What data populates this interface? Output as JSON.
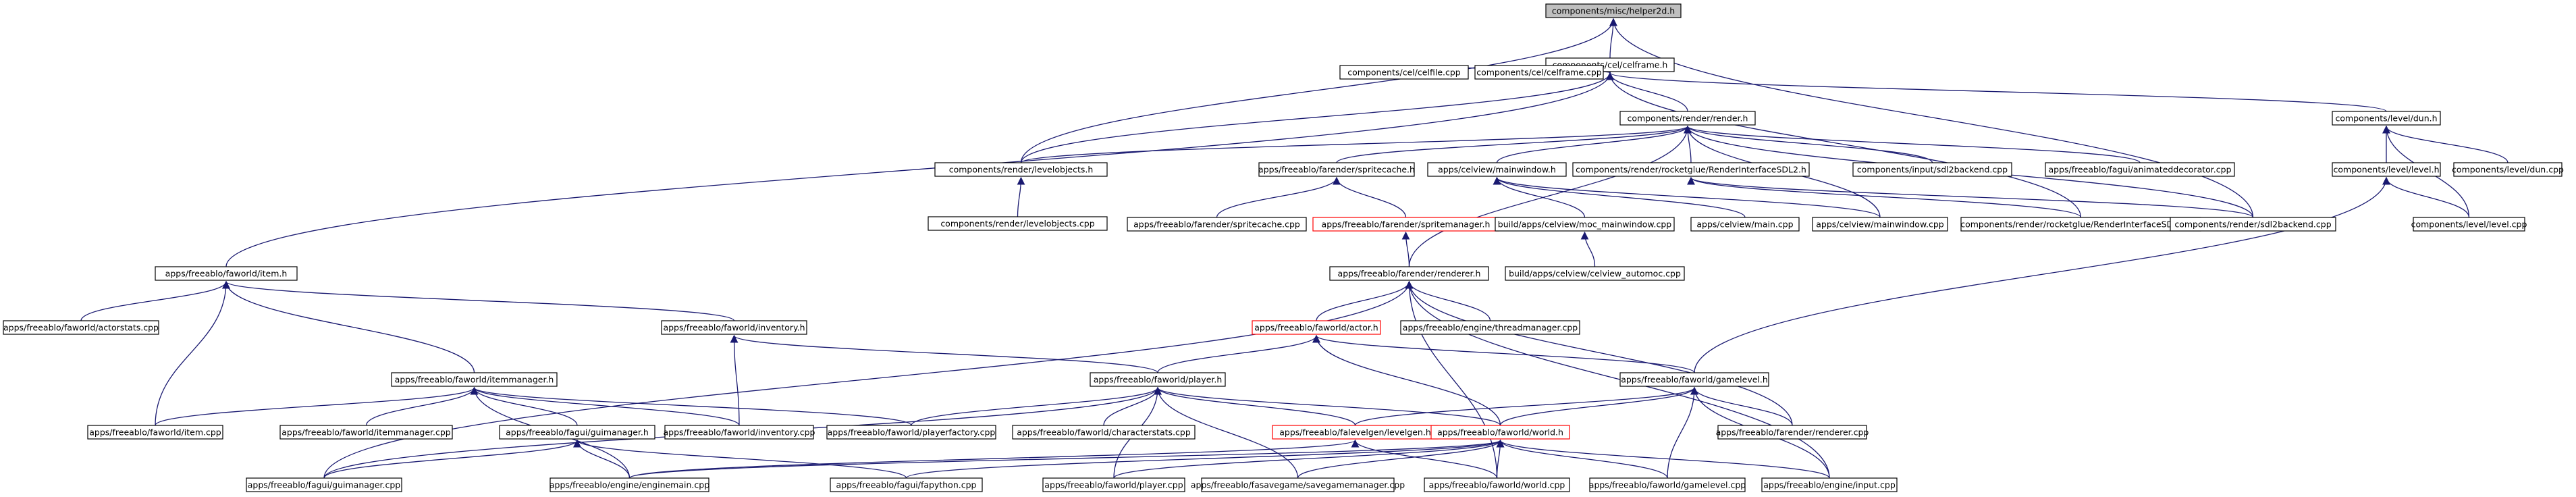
{
  "diagram": {
    "nodes": [
      {
        "id": "n01",
        "label": "components/misc/helper2d.h",
        "kind": "root"
      },
      {
        "id": "n02",
        "label": "components/cel/celframe.h",
        "kind": "normal"
      },
      {
        "id": "n03",
        "label": "components/cel/celfile.cpp",
        "kind": "normal"
      },
      {
        "id": "n04",
        "label": "components/cel/celframe.cpp",
        "kind": "normal"
      },
      {
        "id": "n05",
        "label": "components/render/render.h",
        "kind": "normal"
      },
      {
        "id": "n06",
        "label": "components/level/dun.h",
        "kind": "normal"
      },
      {
        "id": "n07",
        "label": "components/level/dun.cpp",
        "kind": "normal"
      },
      {
        "id": "n08",
        "label": "components/level/level.h",
        "kind": "normal"
      },
      {
        "id": "n09",
        "label": "components/level/level.cpp",
        "kind": "normal"
      },
      {
        "id": "n10",
        "label": "components/render/levelobjects.h",
        "kind": "normal"
      },
      {
        "id": "n11",
        "label": "components/render/levelobjects.cpp",
        "kind": "normal"
      },
      {
        "id": "n12",
        "label": "apps/freeablo/farender/spritecache.h",
        "kind": "normal"
      },
      {
        "id": "n13",
        "label": "apps/freeablo/farender/spritecache.cpp",
        "kind": "normal"
      },
      {
        "id": "n14",
        "label": "apps/freeablo/farender/spritemanager.h",
        "kind": "truncated"
      },
      {
        "id": "n15",
        "label": "apps/celview/mainwindow.h",
        "kind": "normal"
      },
      {
        "id": "n16",
        "label": "build/apps/celview/moc_mainwindow.cpp",
        "kind": "normal"
      },
      {
        "id": "n17",
        "label": "build/apps/celview/celview_automoc.cpp",
        "kind": "normal"
      },
      {
        "id": "n18",
        "label": "apps/celview/main.cpp",
        "kind": "normal"
      },
      {
        "id": "n19",
        "label": "apps/celview/mainwindow.cpp",
        "kind": "normal"
      },
      {
        "id": "n20",
        "label": "components/render/rocketglue/RenderInterfaceSDL2.h",
        "kind": "normal"
      },
      {
        "id": "n21",
        "label": "components/render/rocketglue/RenderInterfaceSDL2.cpp",
        "kind": "normal"
      },
      {
        "id": "n22",
        "label": "components/render/sdl2backend.cpp",
        "kind": "normal"
      },
      {
        "id": "n23",
        "label": "components/input/sdl2backend.cpp",
        "kind": "normal"
      },
      {
        "id": "n24",
        "label": "apps/freeablo/fagui/animateddecorator.cpp",
        "kind": "normal"
      },
      {
        "id": "n25",
        "label": "apps/freeablo/faworld/item.h",
        "kind": "normal"
      },
      {
        "id": "n26",
        "label": "apps/freeablo/faworld/actorstats.cpp",
        "kind": "normal"
      },
      {
        "id": "n27",
        "label": "apps/freeablo/farender/renderer.h",
        "kind": "normal"
      },
      {
        "id": "n28",
        "label": "apps/freeablo/faworld/inventory.h",
        "kind": "normal"
      },
      {
        "id": "n29",
        "label": "apps/freeablo/faworld/actor.h",
        "kind": "truncated"
      },
      {
        "id": "n30",
        "label": "apps/freeablo/engine/threadmanager.cpp",
        "kind": "normal"
      },
      {
        "id": "n31",
        "label": "apps/freeablo/faworld/itemmanager.h",
        "kind": "normal"
      },
      {
        "id": "n32",
        "label": "apps/freeablo/faworld/player.h",
        "kind": "normal"
      },
      {
        "id": "n33",
        "label": "apps/freeablo/faworld/gamelevel.h",
        "kind": "normal"
      },
      {
        "id": "n34",
        "label": "apps/freeablo/faworld/item.cpp",
        "kind": "normal"
      },
      {
        "id": "n35",
        "label": "apps/freeablo/faworld/itemmanager.cpp",
        "kind": "normal"
      },
      {
        "id": "n36",
        "label": "apps/freeablo/faworld/inventory.cpp",
        "kind": "normal"
      },
      {
        "id": "n37",
        "label": "apps/freeablo/faworld/playerfactory.cpp",
        "kind": "normal"
      },
      {
        "id": "n38",
        "label": "apps/freeablo/faworld/characterstats.cpp",
        "kind": "normal"
      },
      {
        "id": "n39",
        "label": "apps/freeablo/fagui/guimanager.h",
        "kind": "normal"
      },
      {
        "id": "n40",
        "label": "apps/freeablo/falevelgen/levelgen.h",
        "kind": "truncated"
      },
      {
        "id": "n41",
        "label": "apps/freeablo/faworld/world.h",
        "kind": "truncated"
      },
      {
        "id": "n42",
        "label": "apps/freeablo/farender/renderer.cpp",
        "kind": "normal"
      },
      {
        "id": "n43",
        "label": "apps/freeablo/fagui/guimanager.cpp",
        "kind": "normal"
      },
      {
        "id": "n44",
        "label": "apps/freeablo/engine/enginemain.cpp",
        "kind": "normal"
      },
      {
        "id": "n45",
        "label": "apps/freeablo/fagui/fapython.cpp",
        "kind": "normal"
      },
      {
        "id": "n46",
        "label": "apps/freeablo/faworld/player.cpp",
        "kind": "normal"
      },
      {
        "id": "n47",
        "label": "apps/freeablo/fasavegame/savegamemanager.cpp",
        "kind": "normal"
      },
      {
        "id": "n48",
        "label": "apps/freeablo/faworld/world.cpp",
        "kind": "normal"
      },
      {
        "id": "n49",
        "label": "apps/freeablo/faworld/gamelevel.cpp",
        "kind": "normal"
      },
      {
        "id": "n50",
        "label": "apps/freeablo/engine/input.cpp",
        "kind": "normal"
      }
    ],
    "edges": [
      [
        "n02",
        "n01"
      ],
      [
        "n10",
        "n01"
      ],
      [
        "n22",
        "n01"
      ],
      [
        "n03",
        "n02"
      ],
      [
        "n04",
        "n02"
      ],
      [
        "n05",
        "n02"
      ],
      [
        "n06",
        "n02"
      ],
      [
        "n10",
        "n02"
      ],
      [
        "n25",
        "n02"
      ],
      [
        "n21",
        "n02"
      ],
      [
        "n09",
        "n06"
      ],
      [
        "n07",
        "n06"
      ],
      [
        "n08",
        "n06"
      ],
      [
        "n22",
        "n05"
      ],
      [
        "n09",
        "n08"
      ],
      [
        "n33",
        "n08"
      ],
      [
        "n10",
        "n05"
      ],
      [
        "n12",
        "n05"
      ],
      [
        "n15",
        "n05"
      ],
      [
        "n20",
        "n05"
      ],
      [
        "n23",
        "n05"
      ],
      [
        "n24",
        "n05"
      ],
      [
        "n27",
        "n05"
      ],
      [
        "n19",
        "n05"
      ],
      [
        "n11",
        "n10"
      ],
      [
        "n13",
        "n12"
      ],
      [
        "n14",
        "n12"
      ],
      [
        "n27",
        "n14"
      ],
      [
        "n16",
        "n15"
      ],
      [
        "n18",
        "n15"
      ],
      [
        "n19",
        "n15"
      ],
      [
        "n17",
        "n16"
      ],
      [
        "n21",
        "n20"
      ],
      [
        "n22",
        "n20"
      ],
      [
        "n26",
        "n25"
      ],
      [
        "n28",
        "n25"
      ],
      [
        "n31",
        "n25"
      ],
      [
        "n34",
        "n25"
      ],
      [
        "n29",
        "n27"
      ],
      [
        "n30",
        "n27"
      ],
      [
        "n42",
        "n27"
      ],
      [
        "n50",
        "n27"
      ],
      [
        "n43",
        "n27"
      ],
      [
        "n48",
        "n27"
      ],
      [
        "n32",
        "n28"
      ],
      [
        "n36",
        "n28"
      ],
      [
        "n32",
        "n29"
      ],
      [
        "n33",
        "n29"
      ],
      [
        "n41",
        "n29"
      ],
      [
        "n35",
        "n31"
      ],
      [
        "n36",
        "n31"
      ],
      [
        "n37",
        "n31"
      ],
      [
        "n39",
        "n31"
      ],
      [
        "n44",
        "n31"
      ],
      [
        "n34",
        "n31"
      ],
      [
        "n37",
        "n32"
      ],
      [
        "n38",
        "n32"
      ],
      [
        "n40",
        "n32"
      ],
      [
        "n41",
        "n32"
      ],
      [
        "n46",
        "n32"
      ],
      [
        "n47",
        "n32"
      ],
      [
        "n43",
        "n32"
      ],
      [
        "n40",
        "n33"
      ],
      [
        "n41",
        "n33"
      ],
      [
        "n42",
        "n33"
      ],
      [
        "n49",
        "n33"
      ],
      [
        "n50",
        "n33"
      ],
      [
        "n43",
        "n39"
      ],
      [
        "n44",
        "n39"
      ],
      [
        "n45",
        "n39"
      ],
      [
        "n44",
        "n40"
      ],
      [
        "n48",
        "n40"
      ],
      [
        "n44",
        "n41"
      ],
      [
        "n45",
        "n41"
      ],
      [
        "n46",
        "n41"
      ],
      [
        "n47",
        "n41"
      ],
      [
        "n48",
        "n41"
      ],
      [
        "n49",
        "n41"
      ],
      [
        "n50",
        "n41"
      ]
    ]
  }
}
